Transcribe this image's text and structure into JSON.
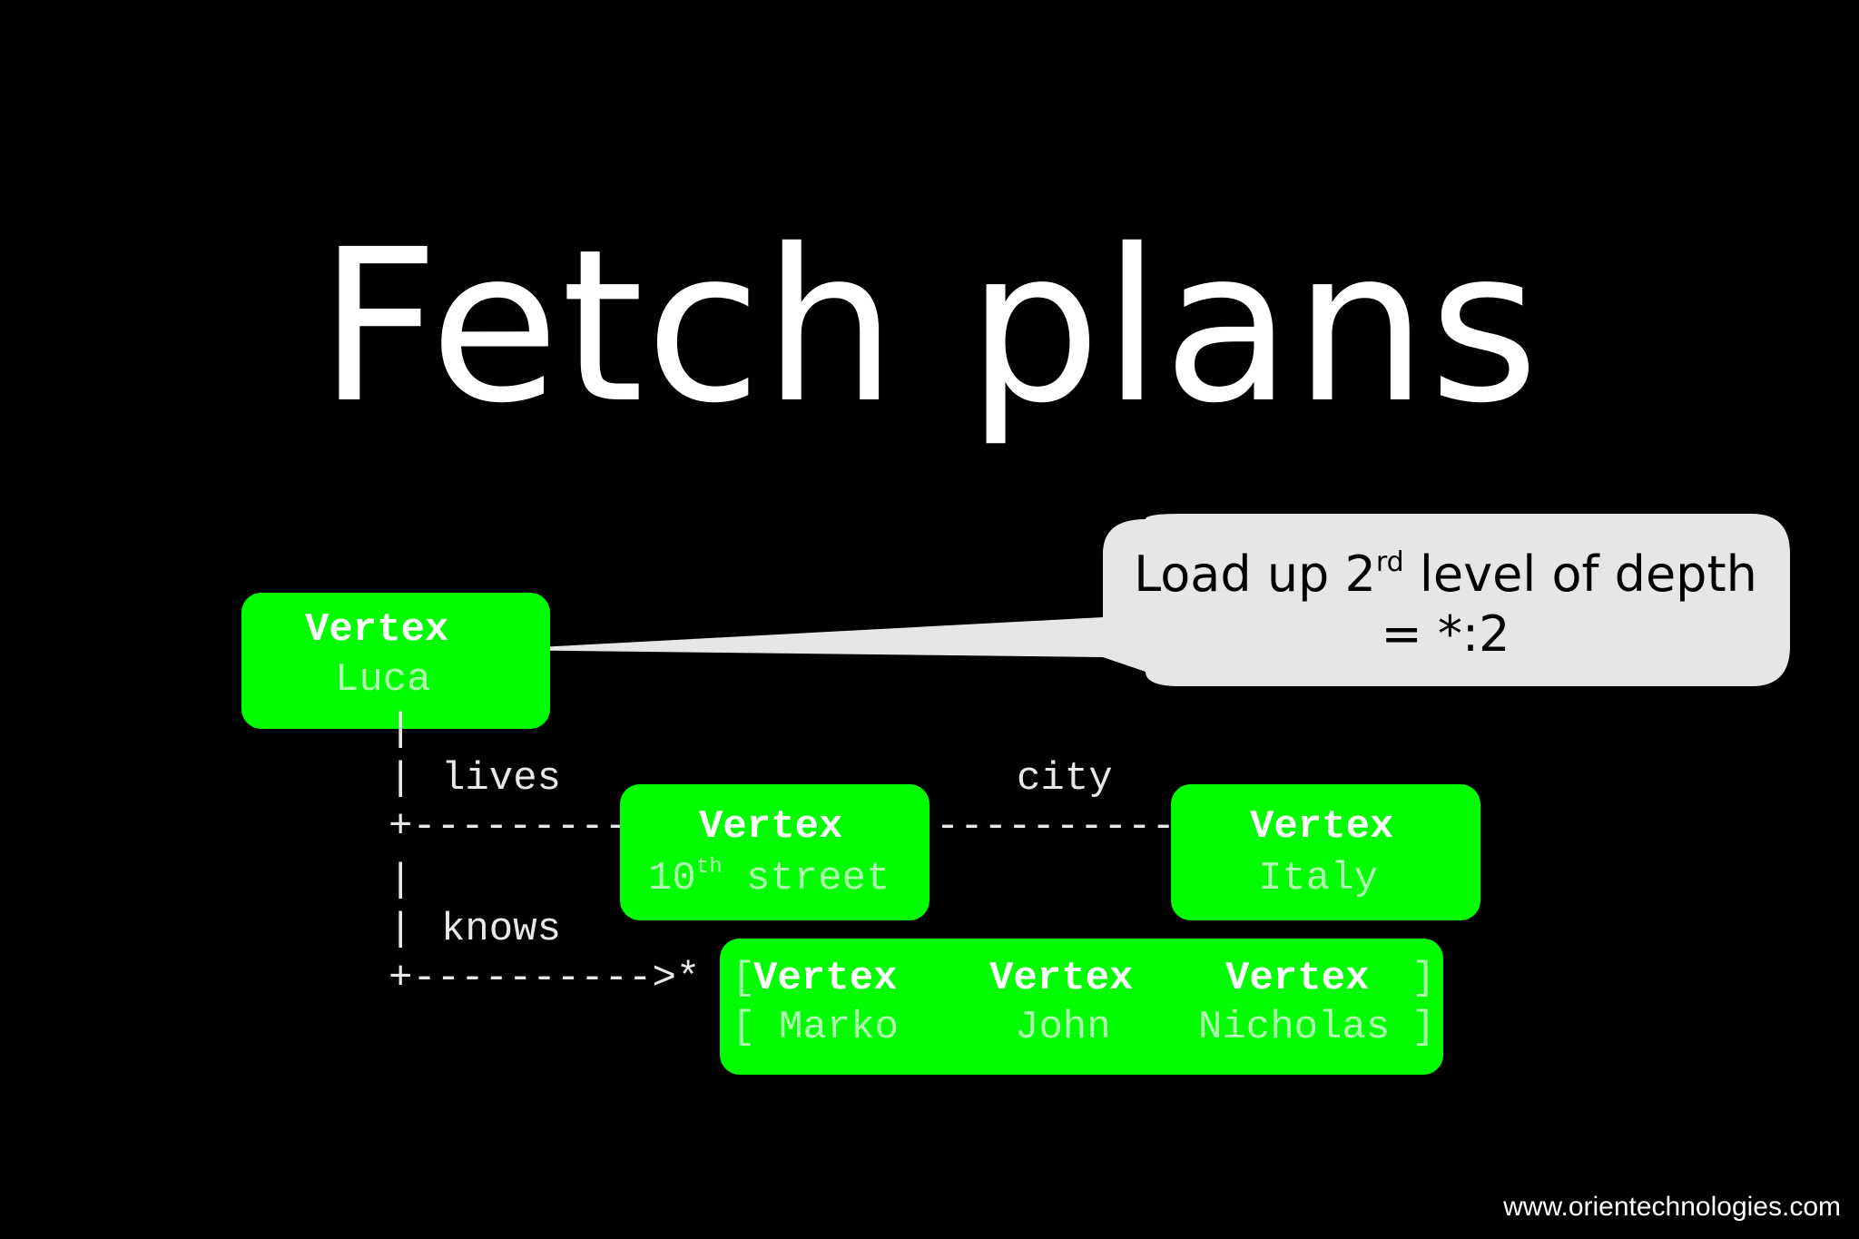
{
  "title": "Fetch plans",
  "callout": {
    "text_before": "Load up 2",
    "superscript": "rd",
    "text_after": " level of depth",
    "line2": "= *:2"
  },
  "nodes": {
    "luca": {
      "title": "Vertex",
      "label": "Luca"
    },
    "street": {
      "title": "Vertex",
      "label_num": "10",
      "label_sup": "th",
      "label_rest": " street"
    },
    "italy": {
      "title": "Vertex",
      "label": "Italy"
    },
    "friends": {
      "titles": [
        "Vertex",
        "Vertex",
        "Vertex"
      ],
      "labels": [
        "Marko",
        "John",
        "Nicholas"
      ]
    }
  },
  "edges": {
    "lives": "lives",
    "city": "city",
    "knows": "knows"
  },
  "ascii": {
    "pipe": "|",
    "lives_arrow": "+---------->",
    "city_arrow": "------------->",
    "knows_arrow": "+---------->*",
    "bracket_open": "[",
    "bracket_close": "]"
  },
  "colors": {
    "background": "#000000",
    "node_fill": "#00ff00",
    "callout_fill": "#e6e6e6",
    "text": "#ffffff"
  },
  "footer": "www.orientechnologies.com"
}
